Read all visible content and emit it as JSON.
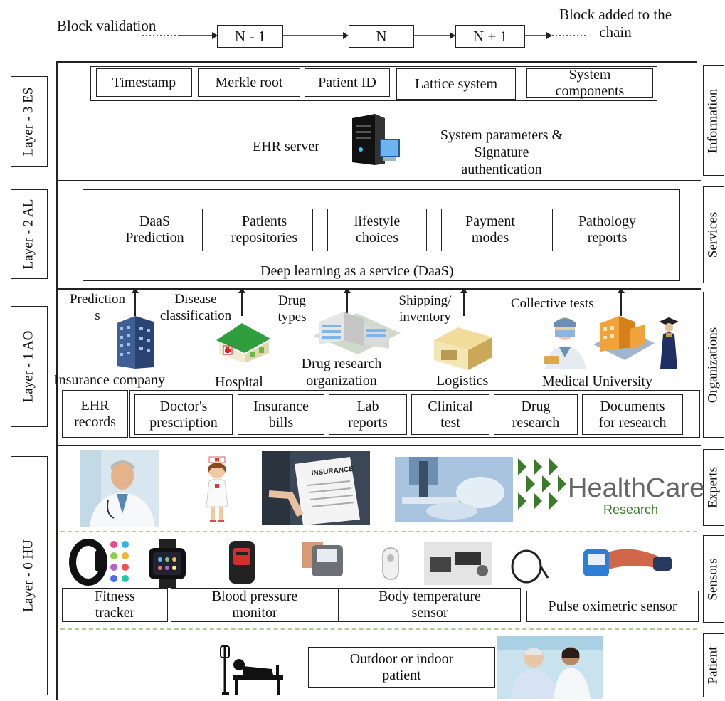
{
  "chain": {
    "validation_label": "Block validation",
    "blocks": [
      "N - 1",
      "N",
      "N + 1"
    ],
    "added_label": "Block added to the\nchain"
  },
  "left_labels": {
    "layer3": "Layer - 3\nES",
    "layer2": "Layer - 2\nAL",
    "layer1": "Layer - 1 AO",
    "layer0": "Layer - 0 HU"
  },
  "right_labels": {
    "information": "Information",
    "services": "Services",
    "organizations": "Organizations",
    "experts": "Experts",
    "sensors": "Sensors",
    "patient": "Patient"
  },
  "layer3": {
    "info_boxes": [
      "Timestamp",
      "Merkle root",
      "Patient ID",
      "Lattice system",
      "System\ncomponents"
    ],
    "server_label": "EHR server",
    "params_label": "System parameters &\nSignature\nauthentication"
  },
  "layer2": {
    "service_boxes": [
      "DaaS\nPrediction",
      "Patients\nrepositories",
      "lifestyle\nchoices",
      "Payment\nmodes",
      "Pathology\nreports"
    ],
    "daas_label": "Deep learning as a service (DaaS)"
  },
  "layer1": {
    "arrow_labels": [
      "Prediction\ns",
      "Disease\nclassification",
      "Drug\ntypes",
      "Shipping/\ninventory",
      "Collective tests"
    ],
    "orgs": [
      "Insurance company",
      "Hospital",
      "Drug research\norganization",
      "Logistics",
      "Medical University"
    ],
    "record_boxes": [
      "EHR\nrecords",
      "Doctor's\nprescription",
      "Insurance\nbills",
      "Lab\nreports",
      "Clinical\ntest",
      "Drug\nresearch",
      "Documents\nfor research"
    ]
  },
  "layer0": {
    "insurance_doc_text": "INSURANCE",
    "healthcare_logo": {
      "main": "HealthCare",
      "sub": "Research"
    },
    "sensor_boxes": [
      "Fitness\ntracker",
      "Blood pressure\nmonitor",
      "Body temperature\nsensor",
      "Pulse oximetric sensor"
    ],
    "patient_label": "Outdoor or indoor\npatient"
  },
  "colors": {
    "line": "#222222",
    "dashed_separator": "#b9c79a",
    "logo_green": "#3c7a2c",
    "logo_gray": "#666666"
  }
}
